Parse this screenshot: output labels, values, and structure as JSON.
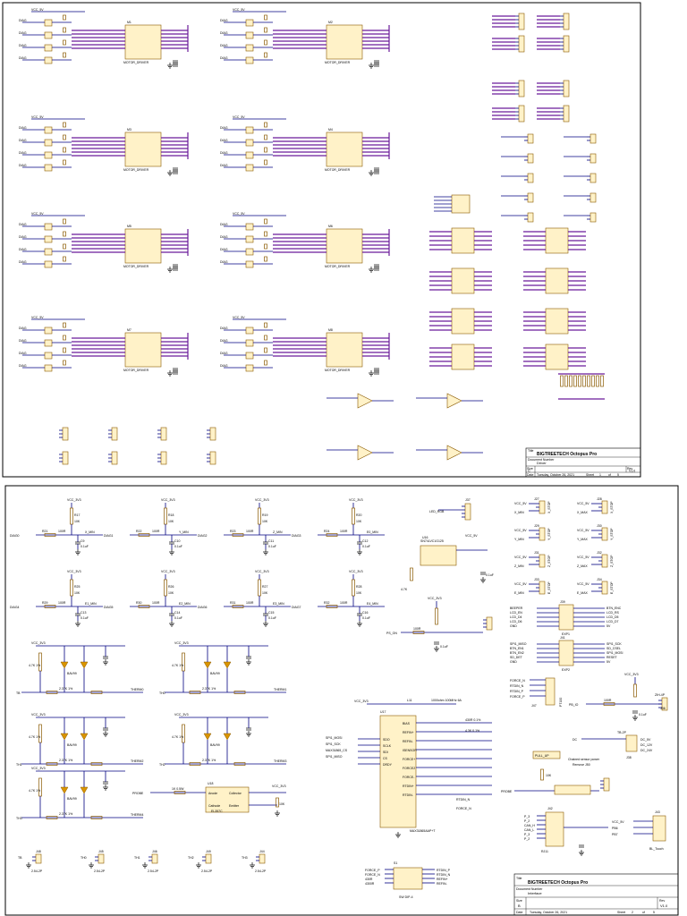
{
  "sheet1": {
    "title_block": {
      "company_label": "Title",
      "company": "BIGTREETECH Octopus Pro",
      "doc_label": "Document Number",
      "doc": "Driver",
      "size_label": "Size",
      "size": "C",
      "rev_label": "Rev",
      "rev": "V1.0",
      "date_label": "Date",
      "date": "Tuesday, October 26, 2021",
      "sheet_label": "Sheet",
      "sheet": "1",
      "of": "of",
      "total": "5"
    },
    "drivers": [
      {
        "ref": "M1",
        "label": "MOTOR_DRIVER"
      },
      {
        "ref": "M2",
        "label": "MOTOR_DRIVER"
      },
      {
        "ref": "M3",
        "label": "MOTOR_DRIVER"
      },
      {
        "ref": "M4",
        "label": "MOTOR_DRIVER"
      },
      {
        "ref": "M5",
        "label": "MOTOR_DRIVER"
      },
      {
        "ref": "M6",
        "label": "MOTOR_DRIVER"
      },
      {
        "ref": "M7",
        "label": "MOTOR_DRIVER"
      },
      {
        "ref": "M8",
        "label": "MOTOR_DRIVER"
      }
    ],
    "rail_labels": [
      "VCC_5V",
      "VCC_5V",
      "VCC_5V",
      "VCC_5V",
      "VCC_5V",
      "VCC_5V",
      "VCC_5V",
      "VCC_5V"
    ]
  },
  "sheet2": {
    "title_block": {
      "company_label": "Title",
      "company": "BIGTREETECH Octopus Pro",
      "doc_label": "Document Number",
      "doc": "Interface",
      "size_label": "Size",
      "size": "B",
      "rev_label": "Rev",
      "rev": "V1.0",
      "date_label": "Date",
      "date": "Tuesday, October 26, 2021",
      "sheet_label": "Sheet",
      "sheet": "2",
      "of": "of",
      "total": "5"
    },
    "diag_rows": [
      {
        "rail": [
          "VCC_3V3",
          "VCC_3V3",
          "VCC_3V3",
          "VCC_3V3"
        ],
        "left": [
          "DIAG0",
          "DIAG1",
          "DIAG2",
          "DIAG3"
        ],
        "right": [
          "X_MIN",
          "Y_MIN",
          "Z_MIN",
          "E0_MIN"
        ],
        "rref": [
          "R17",
          "R18",
          "R19",
          "R20"
        ],
        "rval": "10K",
        "sref": [
          "R21",
          "R22",
          "R23",
          "R24"
        ],
        "sval": "100R",
        "cref": [
          "C9",
          "C10",
          "C11",
          "C12"
        ],
        "cval": "0.1uF"
      },
      {
        "rail": [
          "VCC_3V3",
          "VCC_3V3",
          "VCC_3V3",
          "VCC_3V3"
        ],
        "left": [
          "DIAG4",
          "DIAG5",
          "DIAG6",
          "DIAG7"
        ],
        "right": [
          "E1_MIN",
          "E2_MIN",
          "E3_MIN",
          "E4_MIN"
        ],
        "rref": [
          "R25",
          "R26",
          "R27",
          "R28"
        ],
        "rval": "10K",
        "sref": [
          "R29",
          "R30",
          "R31",
          "R32"
        ],
        "sval": "100R",
        "cref": [
          "C13",
          "C14",
          "C15",
          "C16"
        ],
        "cval": "0.1uF"
      }
    ],
    "thermistors": [
      {
        "rail": "VCC_3V3",
        "net": "TB",
        "out": "THERM0",
        "res": "4.7K 1%",
        "series": "2.37K 1%",
        "d": "BAV99"
      },
      {
        "rail": "VCC_3V3",
        "net": "TH0",
        "out": "THERM1",
        "res": "4.7K 1%",
        "series": "2.37K 1%",
        "d": "BAV99"
      },
      {
        "rail": "VCC_3V3",
        "net": "TH1",
        "out": "THERM2",
        "res": "4.7K 1%",
        "series": "2.37K 1%",
        "d": "BAV99"
      },
      {
        "rail": "VCC_3V3",
        "net": "TH2",
        "out": "THERM3",
        "res": "4.7K 1%",
        "series": "2.37K 1%",
        "d": "BAV99"
      },
      {
        "rail": "VCC_3V3",
        "net": "TH3",
        "out": "THERM4",
        "res": "4.7K 1%",
        "series": "2.37K 1%",
        "d": "BAV99"
      }
    ],
    "led": {
      "ref": "J37",
      "net": "LED_RGB",
      "chip_ref": "U16",
      "chip": "SN74LVC1G125",
      "rail": "VCC_5V",
      "r": "4.7K",
      "c": "0.1uF"
    },
    "ps_on": {
      "rail": "VCC_3V3",
      "net": "PS_ON",
      "r": "100R",
      "c": "0.1uF",
      "conn": "J47"
    },
    "max31865": {
      "ref": "U17",
      "part": "MAX31865AAP+T",
      "rail": "VCC_3V3",
      "pins_left": [
        "SDO",
        "SCLK",
        "SDI",
        "CS",
        "DRDY"
      ],
      "pins_right": [
        "BIAS",
        "REFIN+",
        "REFIN-",
        "ISENSOR",
        "FORCE+",
        "FORCE2",
        "FORCE-",
        "RTDIN+",
        "RTDIN-"
      ],
      "l_label": "L11",
      "l_val": "1000ohm 100MHz 6A",
      "spi_nets": [
        "SPI1_MOSI",
        "SPI1_SCK",
        "MAX31865_CS",
        "SPI1_MISO"
      ],
      "rref": "430R 0.1%",
      "rref2": "4.3K 0.1%",
      "rtdin": "RTDIN_N",
      "force": "FORCE_N"
    },
    "endstops": [
      {
        "rail": "VCC_5V",
        "sig": "X_MIN",
        "stop": "X_STOP",
        "ref": "J27"
      },
      {
        "rail": "VCC_5V",
        "sig": "X_MAX",
        "stop": "X_STOP",
        "ref": "J28"
      },
      {
        "rail": "VCC_5V",
        "sig": "Y_MIN",
        "stop": "Y_STOP",
        "ref": "J29"
      },
      {
        "rail": "VCC_5V",
        "sig": "Y_MAX",
        "stop": "Y_STOP",
        "ref": "J30"
      },
      {
        "rail": "VCC_5V",
        "sig": "Z_MIN",
        "stop": "Z_STOP",
        "ref": "J31"
      },
      {
        "rail": "VCC_5V",
        "sig": "Z_MAX",
        "stop": "Z_STOP",
        "ref": "J32"
      },
      {
        "rail": "VCC_5V",
        "sig": "E_MIN",
        "stop": "E_STOP",
        "ref": "J33"
      },
      {
        "rail": "VCC_5V",
        "sig": "E_MAX",
        "stop": "E_STOP",
        "ref": "J34"
      }
    ],
    "exp1": {
      "ref": "J39",
      "name": "EXP1",
      "left": [
        "BEEPER",
        "LCD_EN",
        "LCD_D4",
        "LCD_D6",
        "GND"
      ],
      "right": [
        "BTN_ENC",
        "LCD_RS",
        "LCD_D5",
        "LCD_D7",
        "5V"
      ]
    },
    "exp2": {
      "ref": "J41",
      "name": "EXP2",
      "left": [
        "SPI1_MISO",
        "BTN_EN1",
        "BTN_EN2",
        "SD_DET",
        "GND"
      ],
      "right": [
        "SPI1_SCK",
        "SD_CSEL",
        "SPI1_MOSI",
        "RESET",
        "5V"
      ]
    },
    "pt100": {
      "ref": "J47",
      "name": "PT100",
      "pins": [
        "FORCE_N",
        "RTDIN_N",
        "RTDIN_P",
        "FORCE_P"
      ]
    },
    "probe": {
      "rail": "VCC_3V3",
      "net": "PB_IO",
      "r": "100R",
      "c": "0.1uF",
      "conn": "J36",
      "name": "ZIH-4P"
    },
    "bltouch_pwr": {
      "ref": "J38",
      "name": "TB-2P",
      "labels": [
        "DC",
        "DC_5V",
        "DC_12V",
        "DC_24V"
      ],
      "note": "Chained sensor power",
      "note2": "Remove J50"
    },
    "pull_up": {
      "label": "PULL_UP",
      "r": "10K",
      "net": "PROBE"
    },
    "can": {
      "ref": "J42",
      "rj": "RJ11",
      "nets": [
        "P_3",
        "P_2",
        "CAN_H",
        "CAN_L",
        "P_3",
        "P_2"
      ]
    },
    "bltouch": {
      "ref": "J43",
      "name": "BL_Touch",
      "nets": [
        "VCC_5V",
        "PB6",
        "PB7"
      ]
    },
    "optocoupler": {
      "ref": "U18",
      "part": "EL357C",
      "r_in": "1K 0.5W",
      "r_out": "10K",
      "net": "PROBE",
      "rail": "VCC_3V3",
      "pins": [
        "Anode",
        "Collector",
        "Cathode",
        "Emitter"
      ]
    },
    "therm_conns": [
      {
        "net": "TB",
        "ref": "J48",
        "name": "2.54-2P"
      },
      {
        "net": "TH0",
        "ref": "J45",
        "name": "2.54-2P"
      },
      {
        "net": "TH1",
        "ref": "J46",
        "name": "2.54-2P"
      },
      {
        "net": "TH2",
        "ref": "J49",
        "name": "2.54-2P"
      },
      {
        "net": "TH3",
        "ref": "J44",
        "name": "2.54-2P"
      }
    ],
    "sw": {
      "ref": "S1",
      "name": "SW DIP-4",
      "left": [
        "FORCE_P",
        "FORCE_N",
        "430R",
        "4300R"
      ],
      "right": [
        "RTDIN_P",
        "RTDIN_N",
        "REFIN+",
        "REFIN-"
      ]
    }
  }
}
